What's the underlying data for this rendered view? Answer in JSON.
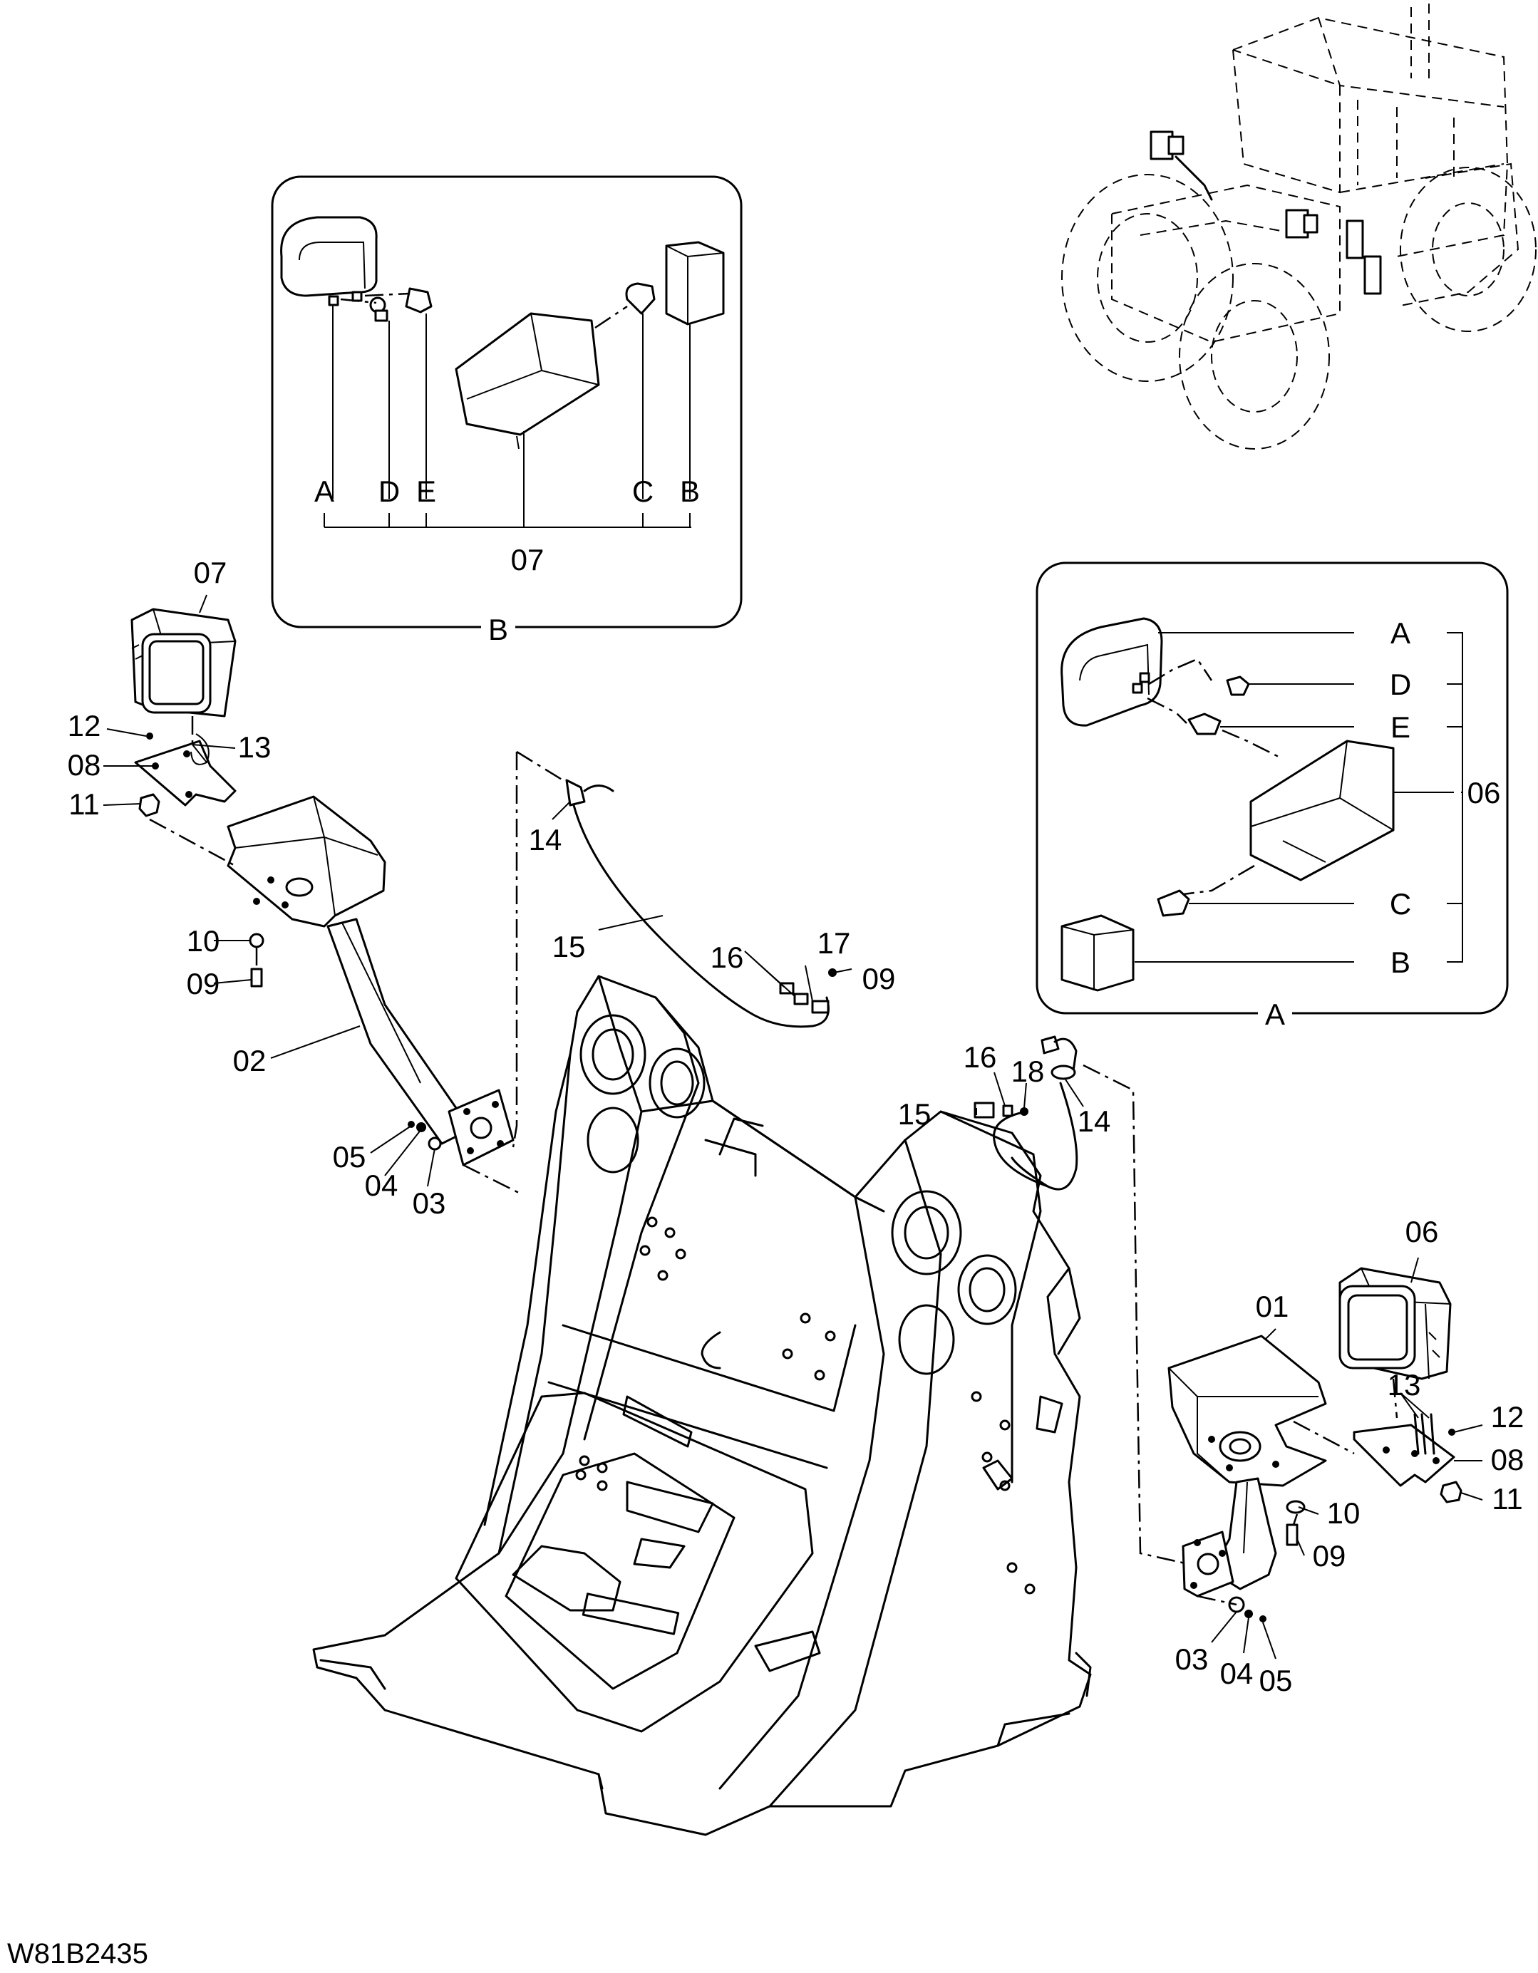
{
  "drawing_code": "W81B2435",
  "detail_b": {
    "frame_label": "B",
    "part_label": "07",
    "letters": [
      "A",
      "D",
      "E",
      "C",
      "B"
    ]
  },
  "detail_a": {
    "frame_label": "A",
    "part_label": "06",
    "letters": [
      "A",
      "D",
      "E",
      "C",
      "B"
    ]
  },
  "callouts": {
    "left_lamp": "07",
    "left_bolt": "12",
    "left_screws": "13",
    "left_plate": "08",
    "left_nut": "11",
    "left_washer": "10",
    "left_bolt_09": "09",
    "left_bracket": "02",
    "left_nut_05": "05",
    "left_washer_04": "04",
    "left_washer_03": "03",
    "left_grommet": "14",
    "left_harness": "15",
    "left_clip_16": "16",
    "left_clip_17": "17",
    "left_bolt_top": "09",
    "right_clip_16": "16",
    "right_clip_18": "18",
    "right_harness": "15",
    "right_grommet": "14",
    "right_lamp": "06",
    "right_bracket": "01",
    "right_screws": "13",
    "right_bolt_12": "12",
    "right_plate": "08",
    "right_nut": "11",
    "right_washer": "10",
    "right_bolt_09": "09",
    "right_washer_03": "03",
    "right_washer_04": "04",
    "right_nut_05": "05"
  }
}
